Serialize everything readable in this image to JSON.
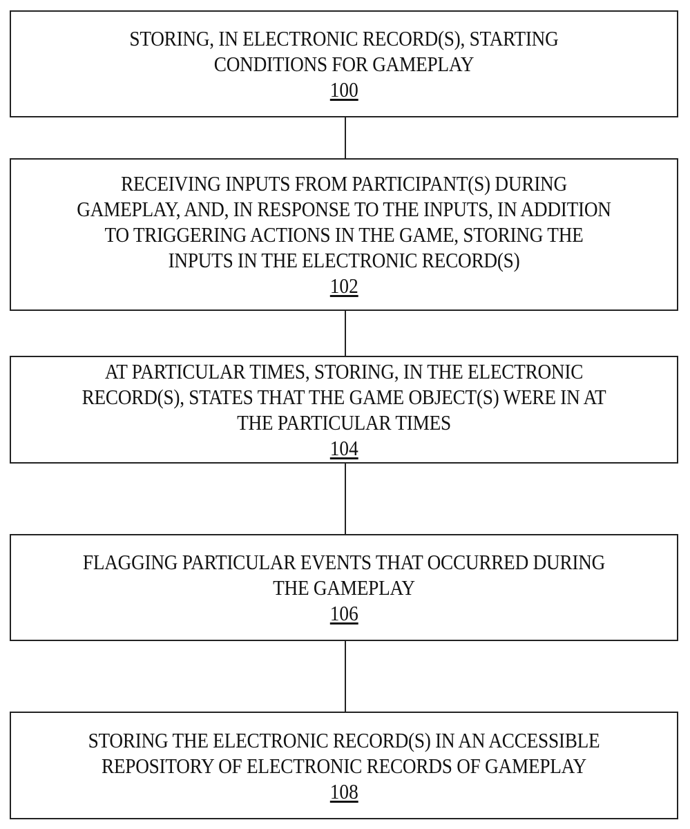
{
  "flowchart": {
    "steps": [
      {
        "text": "STORING, IN ELECTRONIC RECORD(S), STARTING\nCONDITIONS FOR GAMEPLAY",
        "ref": "100"
      },
      {
        "text": "RECEIVING INPUTS FROM PARTICIPANT(S) DURING\nGAMEPLAY, AND, IN RESPONSE TO THE INPUTS, IN ADDITION\nTO TRIGGERING ACTIONS IN THE GAME, STORING THE\nINPUTS IN THE ELECTRONIC RECORD(S)",
        "ref": "102"
      },
      {
        "text": "AT PARTICULAR TIMES, STORING, IN THE ELECTRONIC\nRECORD(S), STATES THAT THE GAME OBJECT(S) WERE IN AT\nTHE PARTICULAR TIMES",
        "ref": "104"
      },
      {
        "text": "FLAGGING PARTICULAR EVENTS THAT OCCURRED DURING\nTHE GAMEPLAY",
        "ref": "106"
      },
      {
        "text": "STORING THE ELECTRONIC RECORD(S) IN AN ACCESSIBLE\nREPOSITORY OF ELECTRONIC RECORDS OF GAMEPLAY",
        "ref": "108"
      }
    ],
    "connections": [
      {
        "from": "100",
        "to": "102"
      },
      {
        "from": "102",
        "to": "104"
      },
      {
        "from": "104",
        "to": "106"
      },
      {
        "from": "106",
        "to": "108"
      }
    ],
    "colors": {
      "line": "#222222",
      "text": "#111111",
      "background": "#ffffff"
    }
  }
}
